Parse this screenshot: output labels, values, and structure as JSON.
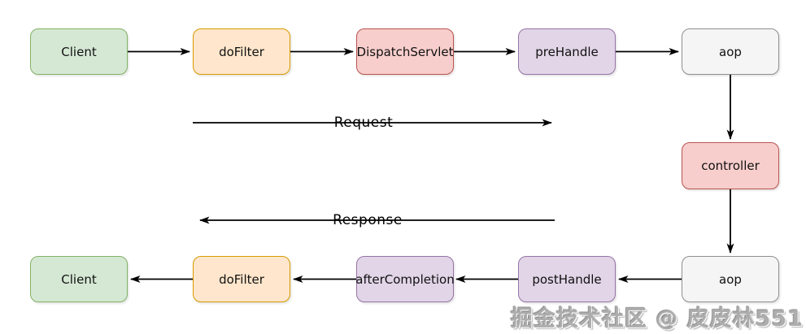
{
  "diagram": {
    "nodes": {
      "client_top": {
        "label": "Client",
        "color": "green"
      },
      "dofilter_top": {
        "label": "doFilter",
        "color": "orange"
      },
      "dispatch_servlet": {
        "label": "DispatchServlet",
        "color": "red"
      },
      "pre_handle": {
        "label": "preHandle",
        "color": "purple"
      },
      "aop_top": {
        "label": "aop",
        "color": "gray"
      },
      "controller": {
        "label": "controller",
        "color": "red"
      },
      "aop_bottom": {
        "label": "aop",
        "color": "gray"
      },
      "post_handle": {
        "label": "postHandle",
        "color": "purple"
      },
      "after_completion": {
        "label": "afterCompletion",
        "color": "purple"
      },
      "dofilter_bottom": {
        "label": "doFilter",
        "color": "orange"
      },
      "client_bottom": {
        "label": "Client",
        "color": "green"
      }
    },
    "flow_labels": {
      "request": "Request",
      "response": "Response"
    },
    "watermark": "掘金技术社区 @ 皮皮林551",
    "colors": {
      "green_fill": "#d5e8d4",
      "green_border": "#82b366",
      "orange_fill": "#ffe6cc",
      "orange_border": "#d79b00",
      "red_fill": "#f8cecc",
      "red_border": "#b85450",
      "purple_fill": "#e1d5e7",
      "purple_border": "#9673a6",
      "gray_fill": "#f5f5f5",
      "gray_border": "#8f8f8f",
      "arrow": "#000000",
      "watermark_text": "#adadad"
    }
  }
}
